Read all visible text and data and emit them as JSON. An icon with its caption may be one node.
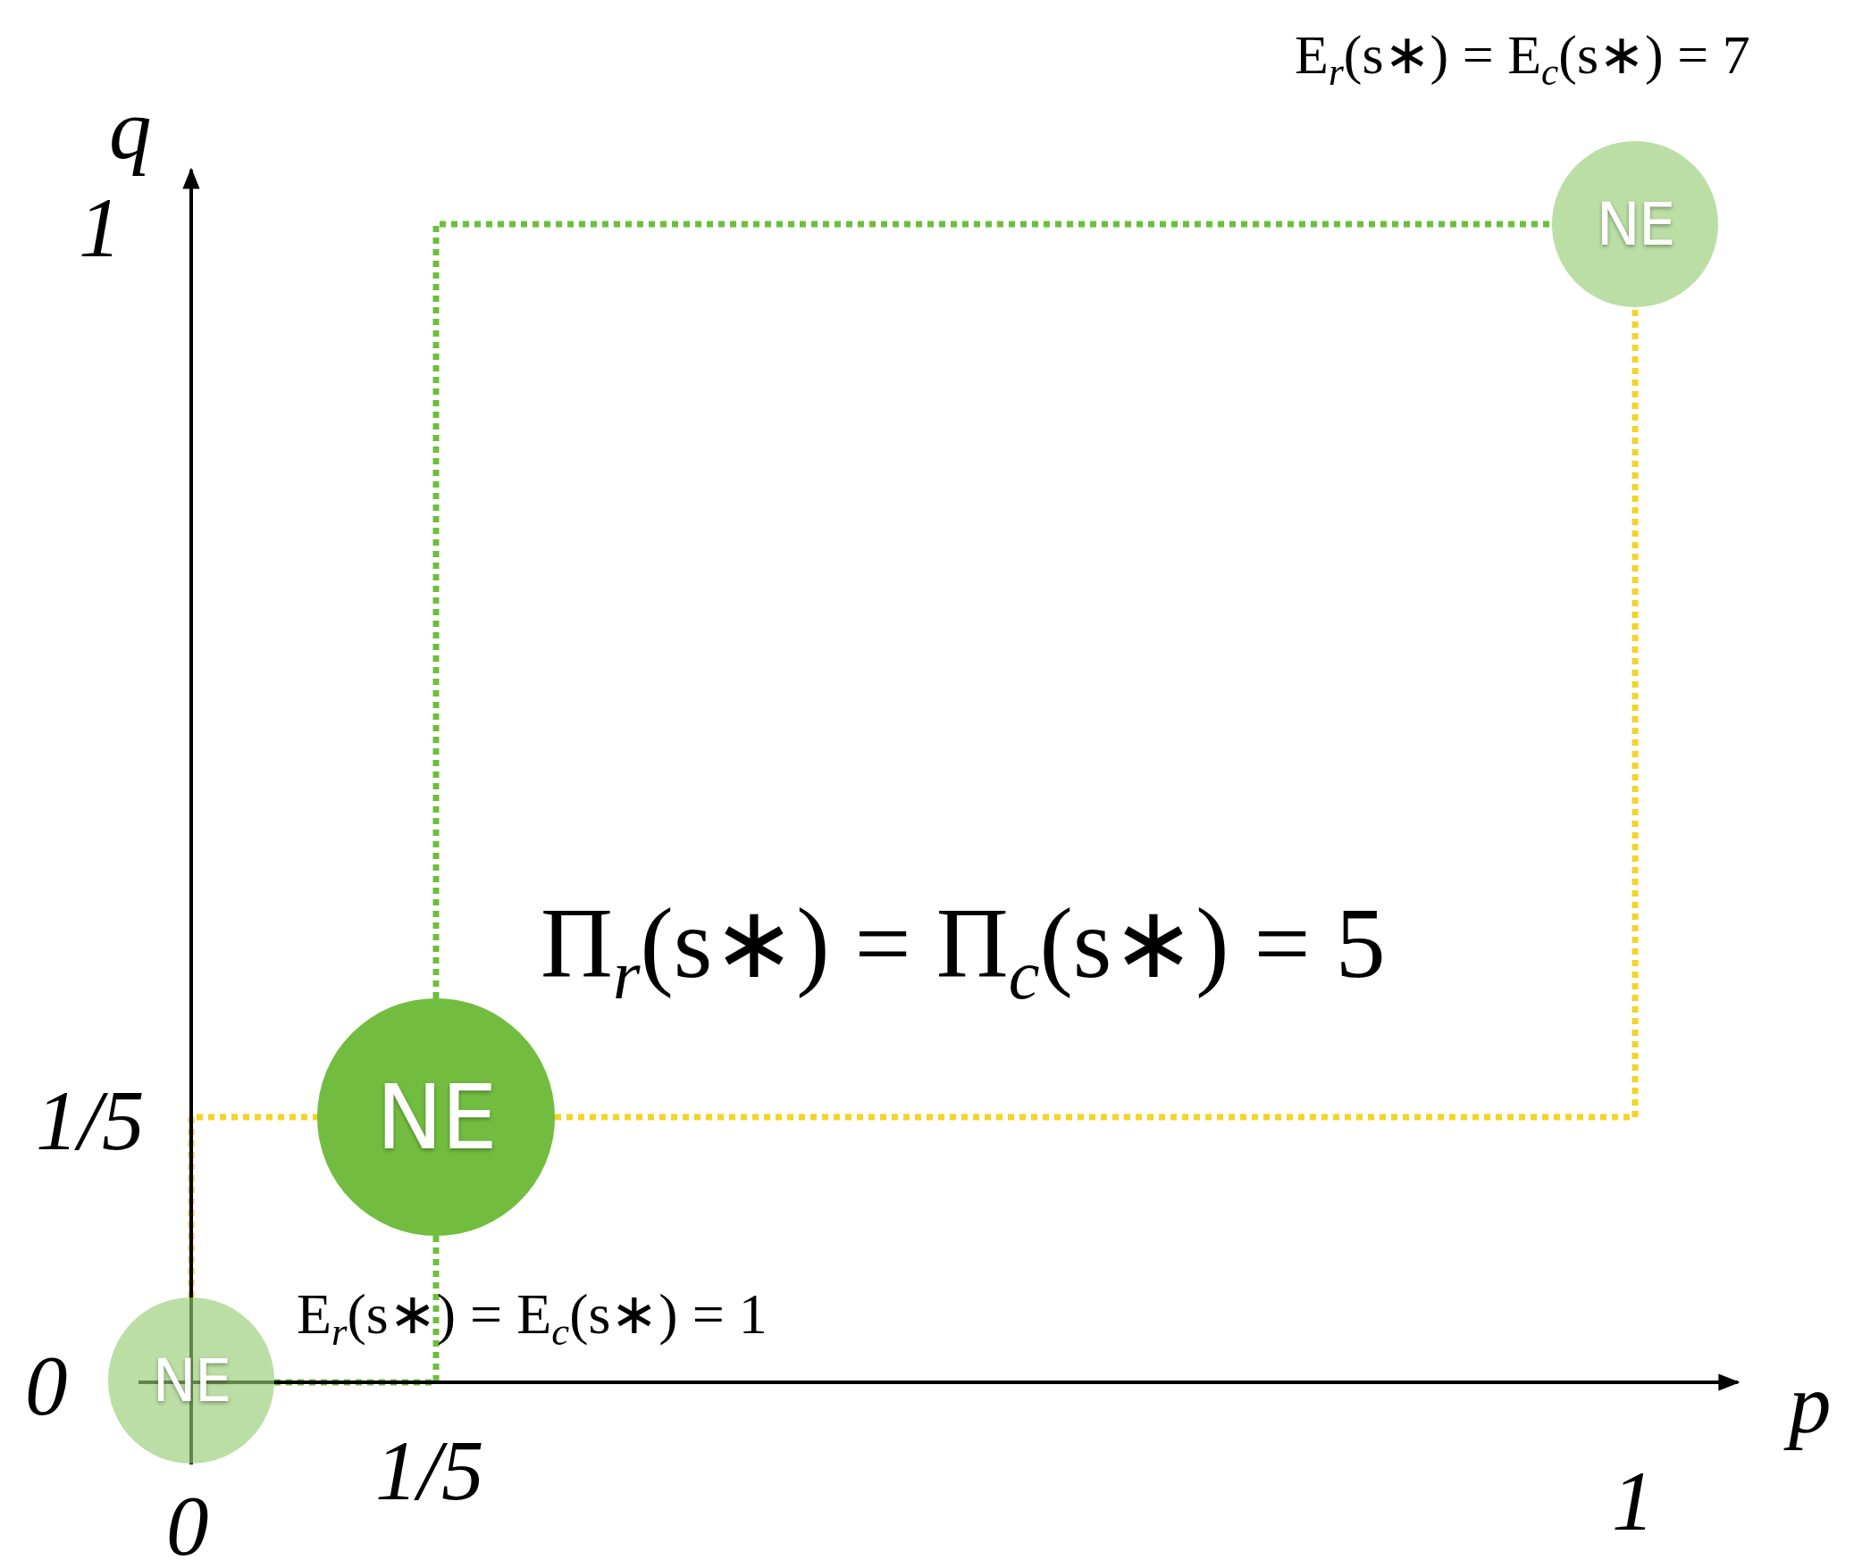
{
  "diagram": {
    "nodes": [
      {
        "text": [
          "NE"
        ],
        "beside": [
          "E$_{r}$(s∗) = E$_{c}$(s∗) = 7"
        ]
      },
      {
        "text": [
          "NE"
        ],
        "beside": [
          "Π$_{r}$(s∗) = Π$_{c}$(s∗) = 5"
        ]
      },
      {
        "text": [
          "NE"
        ],
        "beside": [
          "E$_{r}$(s∗) = E$_{c}$(s∗) = 1"
        ]
      }
    ],
    "edges": [
      {
        "from": 2,
        "to": 1,
        "arrow": "none",
        "style": "dashed",
        "color": "#6cbf3c"
      },
      {
        "from": 1,
        "to": 0,
        "arrow": "none",
        "style": "dashed",
        "color": "#6cbf3c"
      },
      {
        "from": 2,
        "to": 1,
        "arrow": "none",
        "style": "dashed",
        "color": "#f5d327"
      },
      {
        "from": 1,
        "to": 0,
        "arrow": "none",
        "style": "dashed",
        "color": "#f5d327"
      }
    ],
    "labels": [
      "q",
      "1",
      "1/5",
      "0",
      "p",
      "1/5",
      "1",
      "0"
    ]
  }
}
